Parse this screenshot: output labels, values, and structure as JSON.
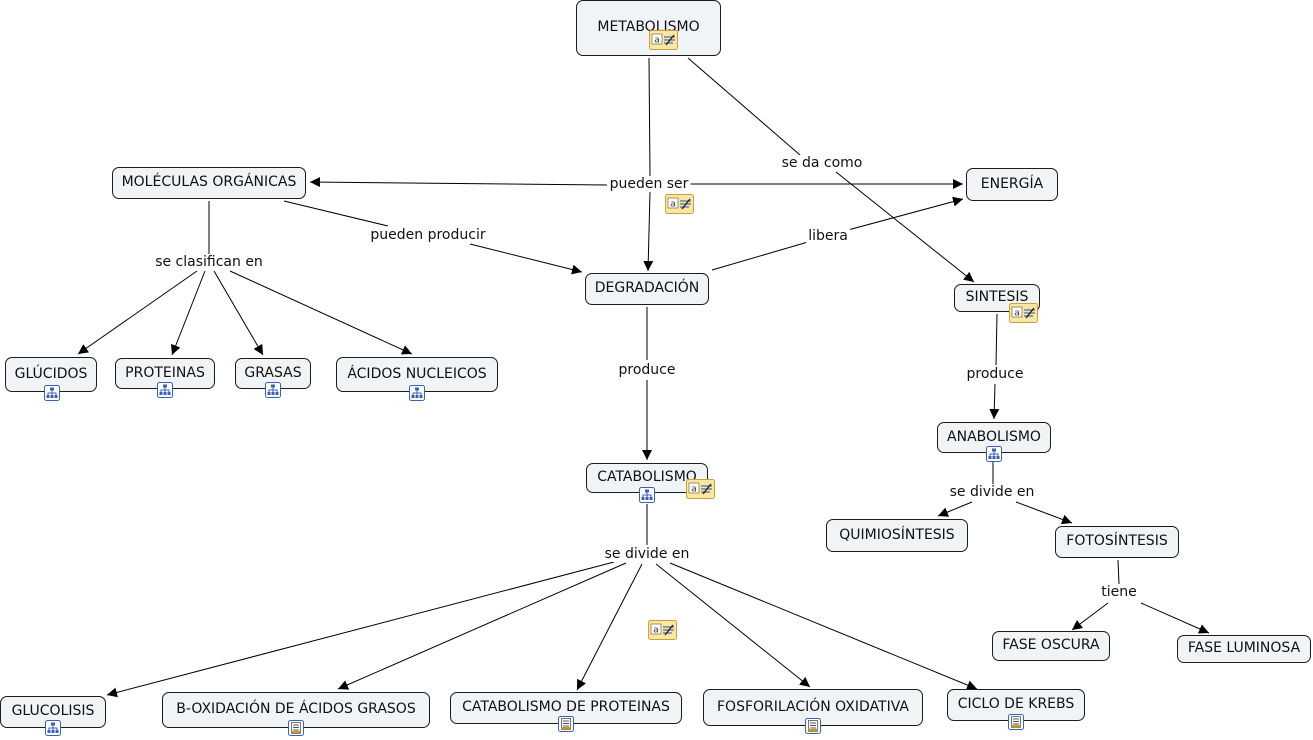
{
  "concept_map": {
    "concepts": {
      "metabolismo": "METABOLISMO",
      "moleculas_organicas": "MOLÉCULAS ORGÁNICAS",
      "energia": "ENERGÍA",
      "degradacion": "DEGRADACIÓN",
      "sintesis": "SINTESIS",
      "glucidos": "GLÚCIDOS",
      "proteinas": "PROTEINAS",
      "grasas": "GRASAS",
      "acidos_nucleicos": "ÁCIDOS NUCLEICOS",
      "anabolismo": "ANABOLISMO",
      "catabolismo": "CATABOLISMO",
      "quimiosintesis": "QUIMIOSÍNTESIS",
      "fotosintesis": "FOTOSÍNTESIS",
      "fase_oscura": "FASE OSCURA",
      "fase_luminosa": "FASE LUMINOSA",
      "glucolisis": "GLUCOLISIS",
      "b_oxidacion": "B-OXIDACIÓN DE ÁCIDOS GRASOS",
      "catabolismo_proteinas": "CATABOLISMO DE PROTEINAS",
      "fosforilacion": "FOSFORILACIÓN OXIDATIVA",
      "ciclo_krebs": "CICLO DE KREBS"
    },
    "linking_phrases": {
      "pueden_ser": "pueden ser",
      "se_da_como": "se da como",
      "pueden_producir": "pueden producir",
      "libera": "libera",
      "se_clasifican_en": "se clasifican en",
      "produce_degradacion": "produce",
      "produce_sintesis": "produce",
      "se_divide_en_anabolismo": "se divide en",
      "tiene": "tiene",
      "se_divide_en_catabolismo": "se divide en"
    },
    "icon_kinds": {
      "note": "annotation-note-icon",
      "tree": "submap-tree-icon",
      "doc": "attached-document-icon"
    }
  }
}
